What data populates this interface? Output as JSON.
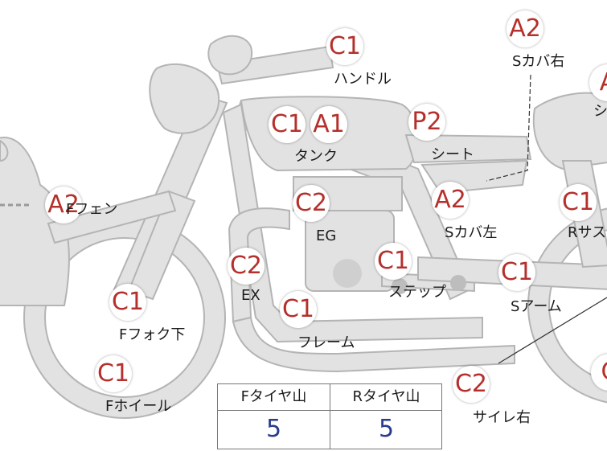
{
  "labels": {
    "handle": "ハンドル",
    "s_cover_right": "Sカバ右",
    "seat_cut": "シ",
    "tank": "タンク",
    "seat": "シート",
    "f_fender": "Fフェン",
    "engine": "EG",
    "s_cover_left": "Sカバ左",
    "r_sus_cut": "Rサス",
    "exhaust": "EX",
    "step": "ステップ",
    "f_fork_lower": "Fフォク下",
    "s_arm": "Sアーム",
    "frame": "フレーム",
    "f_wheel": "Fホイール",
    "silencer_right": "サイレ右"
  },
  "grades": {
    "handle": "C1",
    "s_cover_right": "A2",
    "seat_cut": "A",
    "tank_a": "C1",
    "tank_b": "A1",
    "seat": "P2",
    "f_fender": "A2",
    "engine": "C2",
    "s_cover_left": "A2",
    "r_sus_cut": "C1",
    "exhaust": "C2",
    "step": "C1",
    "f_fork_lower": "C1",
    "s_arm": "C1",
    "frame": "C1",
    "f_wheel": "C1",
    "silencer_right": "C2",
    "rear_cut": "C"
  },
  "tire_table": {
    "front_header": "Fタイヤ山",
    "rear_header": "Rタイヤ山",
    "front_value": "5",
    "rear_value": "5"
  },
  "colors": {
    "part_fill": "#e2e2e2",
    "part_stroke": "#b4b4b4",
    "grade_text": "#b5302c",
    "value_text": "#2a3b8f"
  }
}
